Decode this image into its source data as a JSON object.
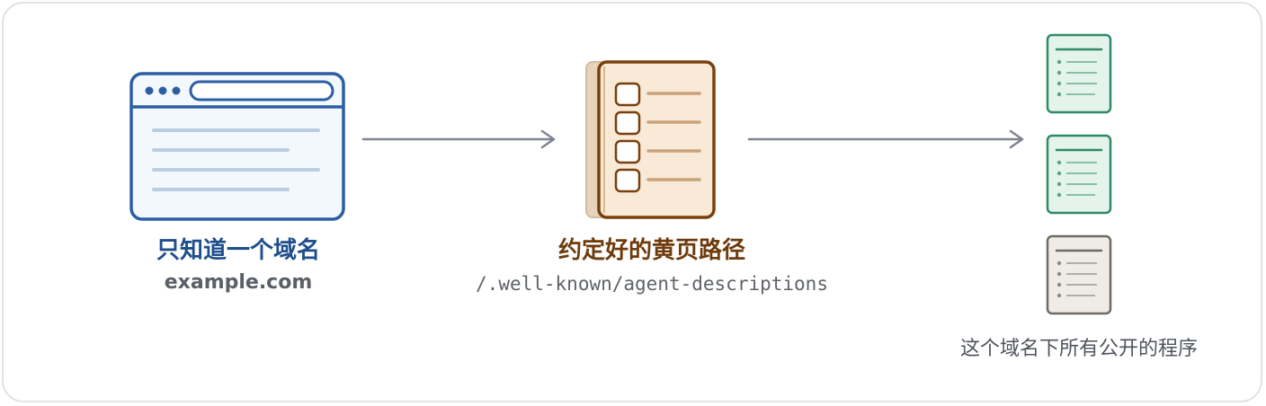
{
  "step_domain": {
    "title": "只知道一个域名",
    "domain": "example.com"
  },
  "step_path": {
    "title": "约定好的黄页路径",
    "path": "/.well-known/agent-descriptions"
  },
  "step_programs": {
    "caption": "这个域名下所有公开的程序"
  },
  "colors": {
    "browser_stroke": "#2c5ea3",
    "book_stroke": "#7a3f0c",
    "book_fill": "#f9ead7",
    "doc_green_stroke": "#2f8a66",
    "doc_green_fill": "#e4f4ec",
    "doc_gray_stroke": "#6f6a64",
    "doc_gray_fill": "#efece6",
    "arrow": "#7f8494"
  }
}
